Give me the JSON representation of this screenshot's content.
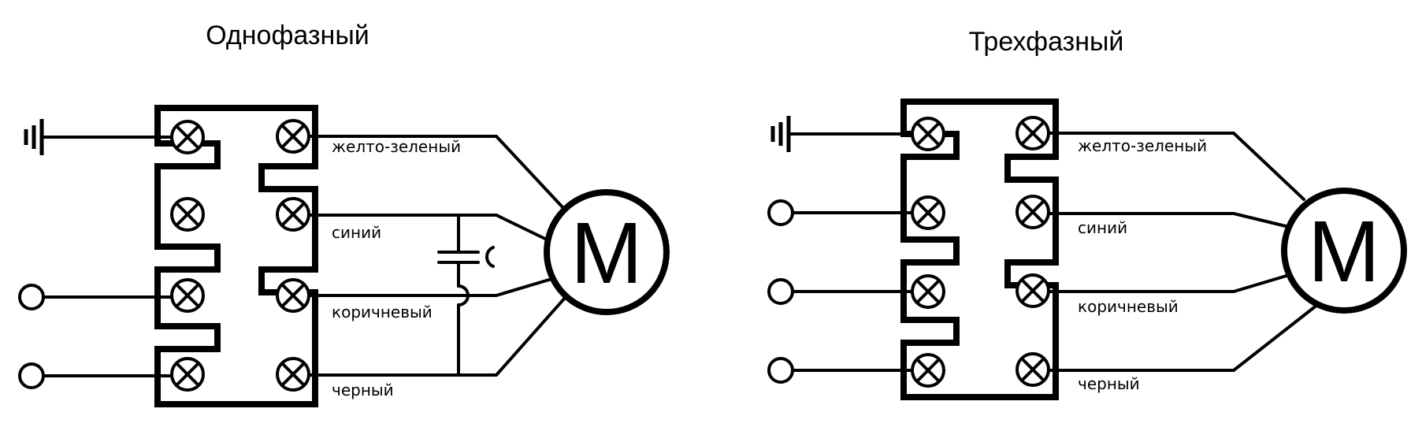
{
  "panels": [
    {
      "title": "Однофазный",
      "motor_letter": "М",
      "wire_labels": [
        "желто-зеленый",
        "синий",
        "коричневый",
        "черный"
      ]
    },
    {
      "title": "Трехфазный",
      "motor_letter": "М",
      "wire_labels": [
        "желто-зеленый",
        "синий",
        "коричневый",
        "черный"
      ]
    }
  ]
}
